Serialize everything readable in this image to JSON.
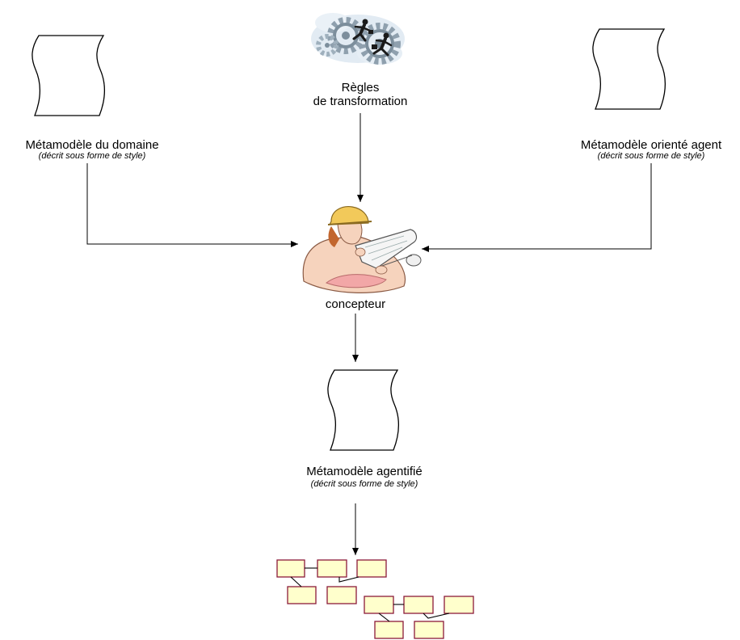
{
  "nodes": {
    "domain_metamodel": {
      "title": "Métamodèle du domaine",
      "subtitle": "(décrit sous forme de style)"
    },
    "rules": {
      "line1": "Règles",
      "line2": "de transformation"
    },
    "agent_metamodel": {
      "title": "Métamodèle orienté agent",
      "subtitle": "(décrit sous forme de style)"
    },
    "designer": {
      "label": "concepteur"
    },
    "agentified_metamodel": {
      "title": "Métamodèle agentifié",
      "subtitle": "(décrit sous forme de style)"
    }
  },
  "colors": {
    "box_fill": "#ffffcc",
    "box_stroke": "#8b1a3a",
    "line": "#000000",
    "skin": "#f6d3bd",
    "helmet": "#f2c95a",
    "gear": "#8fa0ae"
  },
  "icons": {
    "rules": "gears-with-running-people-icon",
    "designer": "engineer-with-blueprint-icon",
    "result": "class-diagram-icon"
  }
}
